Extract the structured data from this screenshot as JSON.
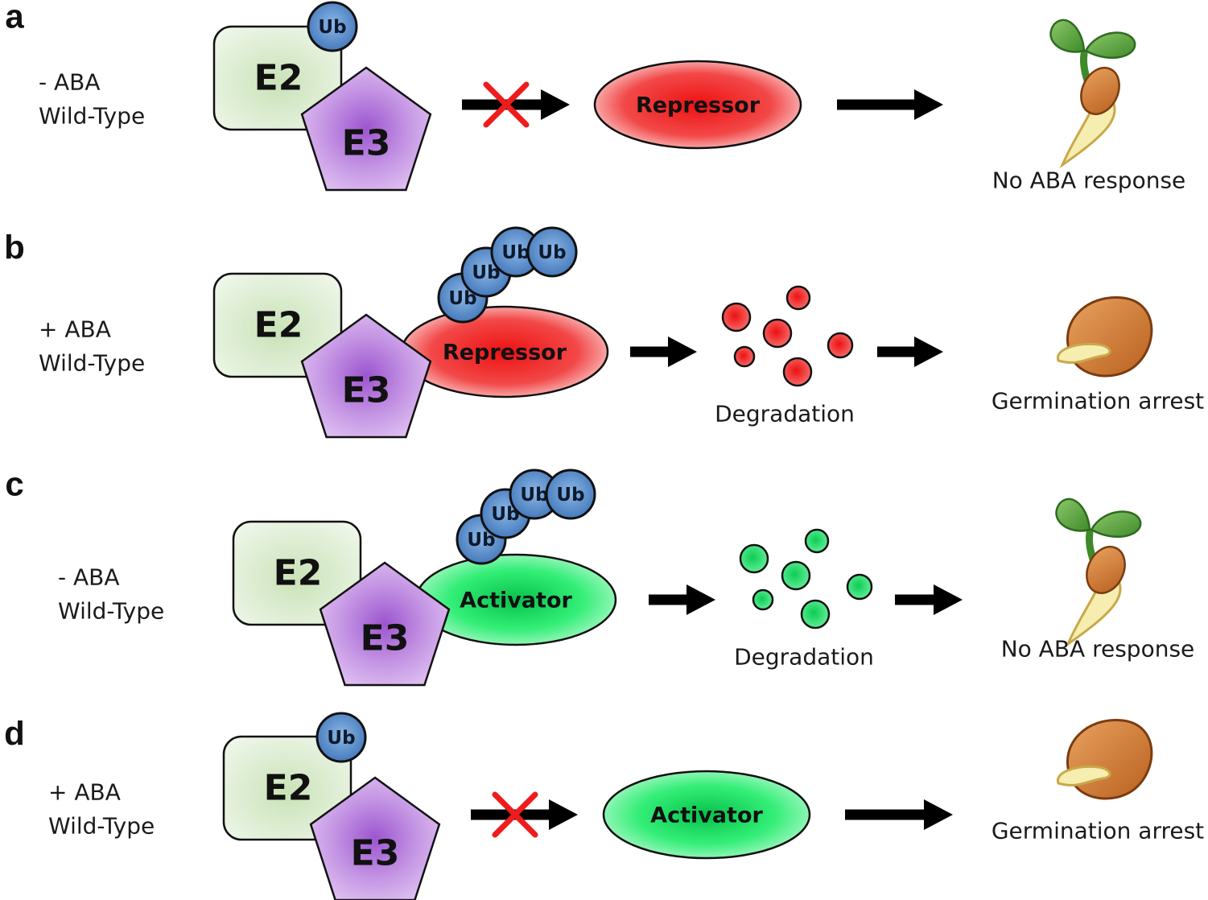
{
  "panels": [
    {
      "label": "a",
      "condition": "- ABA",
      "genotype": "Wild-Type",
      "e2": "E2",
      "e3": "E3",
      "ub": [
        "Ub"
      ],
      "ub_bound_to": "E2",
      "blocked": true,
      "target": "Repressor",
      "target_color": "#ee2222",
      "degraded": false,
      "degradation_label": "",
      "outcome": "No ABA response",
      "outcome_icon": "seedling-icon"
    },
    {
      "label": "b",
      "condition": "+ ABA",
      "genotype": "Wild-Type",
      "e2": "E2",
      "e3": "E3",
      "ub": [
        "Ub",
        "Ub",
        "Ub",
        "Ub"
      ],
      "ub_bound_to": "target",
      "blocked": false,
      "target": "Repressor",
      "target_color": "#ee2222",
      "degraded": true,
      "degradation_label": "Degradation",
      "outcome": "Germination arrest",
      "outcome_icon": "seed-icon"
    },
    {
      "label": "c",
      "condition": "- ABA",
      "genotype": "Wild-Type",
      "e2": "E2",
      "e3": "E3",
      "ub": [
        "Ub",
        "Ub",
        "Ub",
        "Ub"
      ],
      "ub_bound_to": "target",
      "blocked": false,
      "target": "Activator",
      "target_color": "#22dd66",
      "degraded": true,
      "degradation_label": "Degradation",
      "outcome": "No ABA response",
      "outcome_icon": "seedling-icon"
    },
    {
      "label": "d",
      "condition": "+ ABA",
      "genotype": "Wild-Type",
      "e2": "E2",
      "e3": "E3",
      "ub": [
        "Ub"
      ],
      "ub_bound_to": "E2",
      "blocked": true,
      "target": "Activator",
      "target_color": "#22dd66",
      "degraded": false,
      "degradation_label": "",
      "outcome": "Germination arrest",
      "outcome_icon": "seed-icon"
    }
  ],
  "colors": {
    "e2_fill": "#ddecd2",
    "e3_fill": "#b681d9",
    "ub_fill": "#4f84c4",
    "block_mark": "#ee1c1c",
    "arrow": "#000000"
  }
}
